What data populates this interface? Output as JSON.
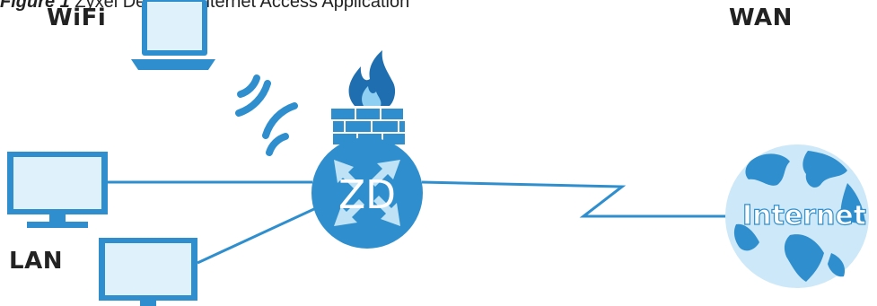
{
  "caption": {
    "prefix": "Figure 1",
    "text": "Zyxel Device's Internet Access Application"
  },
  "labels": {
    "wifi": "WiFi",
    "wan": "WAN",
    "lan": "LAN"
  },
  "device": {
    "label": "ZD"
  },
  "internet": {
    "label": "Internet"
  },
  "colors": {
    "blue": "#2f8fce",
    "light_blue": "#cde8f8",
    "screen": "#dff1fb",
    "fire_dark": "#1f6fb0",
    "white": "#ffffff",
    "text": "#222222"
  },
  "icons": [
    "laptop-icon",
    "wifi-signal-icon",
    "firewall-icon",
    "router-icon",
    "monitor-icon",
    "globe-icon"
  ]
}
